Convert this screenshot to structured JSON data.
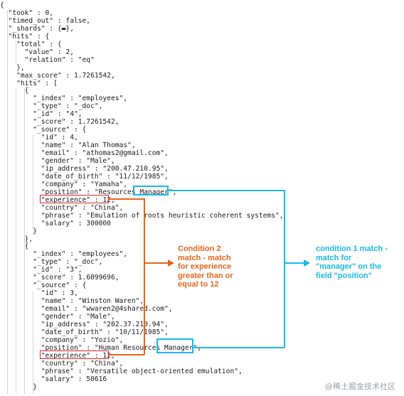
{
  "json_lines": [
    "{",
    "  \"took\" : 0,",
    "  \"timed_out\" : false,",
    "  \"_shards\" : {▬},",
    "  \"hits\" : {",
    "    \"total\" : {",
    "      \"value\" : 2,",
    "      \"relation\" : \"eq\"",
    "    },",
    "    \"max_score\" : 1.7261542,",
    "    \"hits\" : [",
    "      {",
    "        \"_index\" : \"employees\",",
    "        \"_type\" : \"_doc\",",
    "        \"_id\" : \"4\",",
    "        \"_score\" : 1.7261542,",
    "        \"_source\" : {",
    "          \"id\" : 4,",
    "          \"name\" : \"Alan Thomas\",",
    "          \"email\" : \"athomas2@gmail.com\",",
    "          \"gender\" : \"Male\",",
    "          \"ip_address\" : \"200.47.210.95\",",
    "          \"date_of_birth\" : \"11/12/1985\",",
    "          \"company\" : \"Yamaha\",",
    "          \"position\" : \"Resources Manager\",",
    "          \"experience\" : 12,",
    "          \"country\" : \"China\",",
    "          \"phrase\" : \"Emulation of roots heuristic coherent systems\",",
    "          \"salary\" : 300000",
    "        }",
    "      },",
    "      {",
    "        \"_index\" : \"employees\",",
    "        \"_type\" : \"_doc\",",
    "        \"_id\" : \"3\",",
    "        \"_score\" : 1.6099696,",
    "        \"_source\" : {",
    "          \"id\" : 3,",
    "          \"name\" : \"Winston Waren\",",
    "          \"email\" : \"wwaren2@4shared.com\",",
    "          \"gender\" : \"Male\",",
    "          \"ip_address\" : \"202.37.210.94\",",
    "          \"date_of_birth\" : \"10/11/1985\",",
    "          \"company\" : \"Yozio\",",
    "          \"position\" : \"Human Resources Manager\",",
    "          \"experience\" : 12,",
    "          \"country\" : \"China\",",
    "          \"phrase\" : \"Versatile object-oriented emulation\",",
    "          \"salary\" : 50616",
    "        }"
  ],
  "annotations": {
    "condition2": "Condition 2\nmatch - match\nfor experience\ngreater than or\nequal to 12",
    "condition1": "condition 1 match -\nmatch for\n\"manager\" on the\nfield \"position\"",
    "condition2_color": "#e8641a",
    "condition1_color": "#1ab8e8",
    "highlight_color": "#d9232e"
  },
  "watermark": "@稀土掘金技术社区"
}
